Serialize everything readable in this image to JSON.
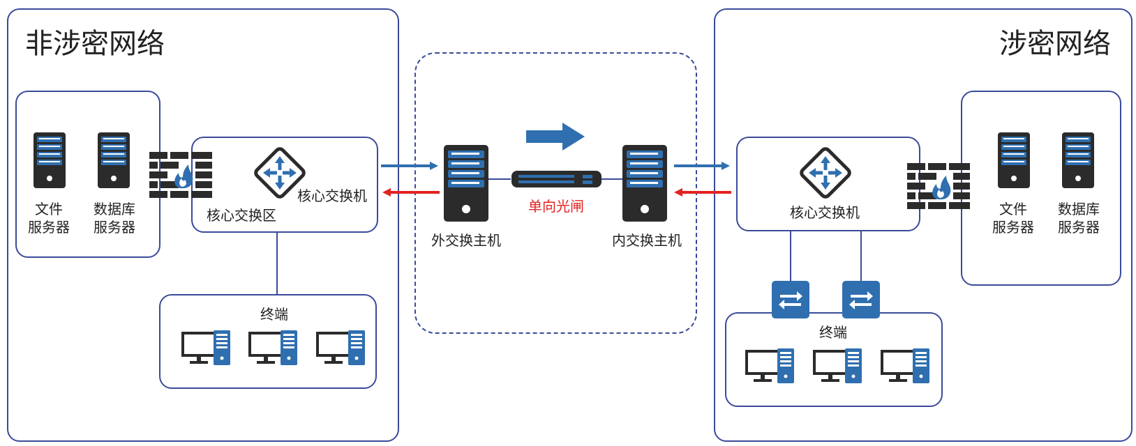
{
  "left_zone": {
    "title": "非涉密网络",
    "servers": [
      {
        "line1": "文件",
        "line2": "服务器"
      },
      {
        "line1": "数据库",
        "line2": "服务器"
      }
    ],
    "core_switch_label": "核心交换机",
    "core_area_label": "核心交换区",
    "terminal_label": "终端"
  },
  "middle_zone": {
    "outer_host_label": "外交换主机",
    "inner_host_label": "内交换主机",
    "gateway_label": "单向光闸"
  },
  "right_zone": {
    "title": "涉密网络",
    "servers": [
      {
        "line1": "文件",
        "line2": "服务器"
      },
      {
        "line1": "数据库",
        "line2": "服务器"
      }
    ],
    "core_switch_label": "核心交换机",
    "terminal_label": "终端"
  },
  "colors": {
    "border": "#3a4a9a",
    "accent_blue": "#2f6fb0",
    "arrow_red": "#e32222",
    "dark_device": "#2b2b2b"
  }
}
